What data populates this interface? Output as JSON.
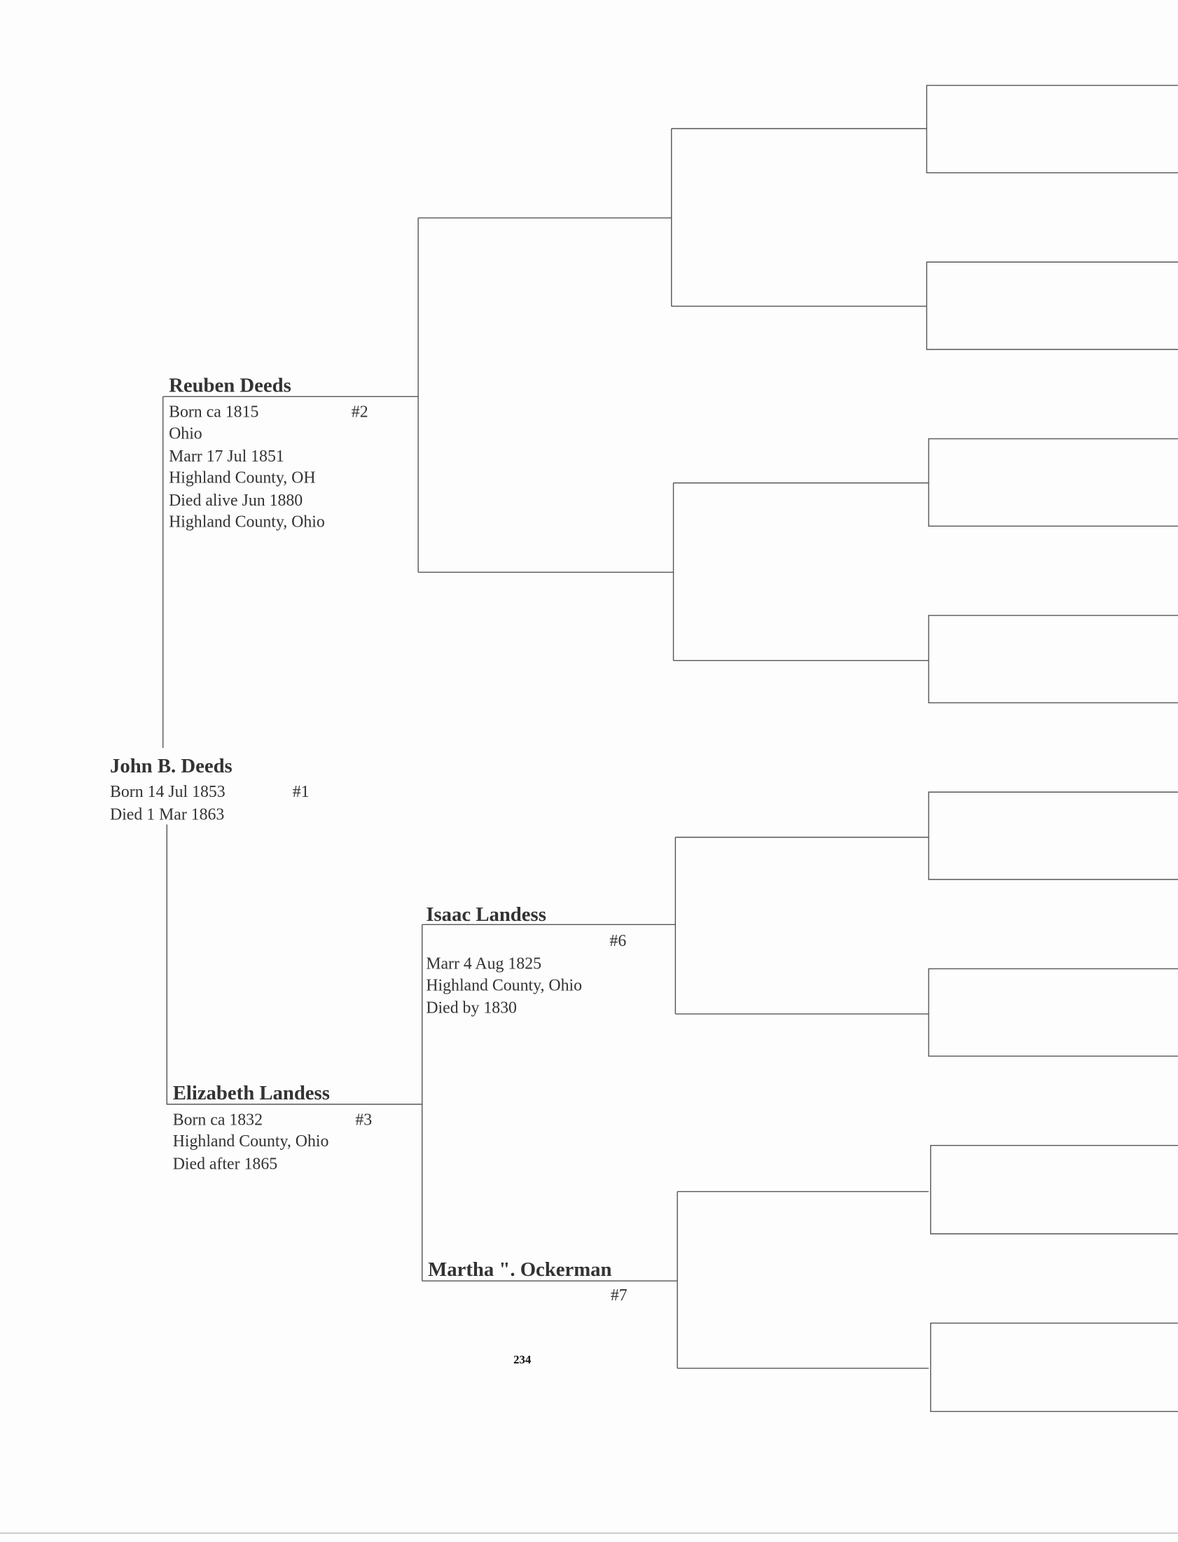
{
  "page_number": "234",
  "persons": {
    "p1": {
      "name": "John B. Deeds",
      "number": "#1",
      "lines": [
        "Born 14 Jul 1853",
        "Died 1 Mar 1863"
      ]
    },
    "p2": {
      "name": "Reuben Deeds",
      "number": "#2",
      "lines": [
        "Born ca 1815",
        "Ohio",
        "Marr 17 Jul 1851",
        "Highland County, OH",
        "Died alive Jun 1880",
        "Highland County, Ohio"
      ]
    },
    "p3": {
      "name": "Elizabeth Landess",
      "number": "#3",
      "lines": [
        "Born ca 1832",
        "Highland County, Ohio",
        "Died after 1865"
      ]
    },
    "p6": {
      "name": "Isaac Landess",
      "number": "#6",
      "lines": [
        "Marr 4 Aug 1825",
        "Highland County, Ohio",
        "Died by 1830"
      ]
    },
    "p7": {
      "name": "Martha \". Ockerman",
      "number": "#7",
      "lines": []
    }
  }
}
